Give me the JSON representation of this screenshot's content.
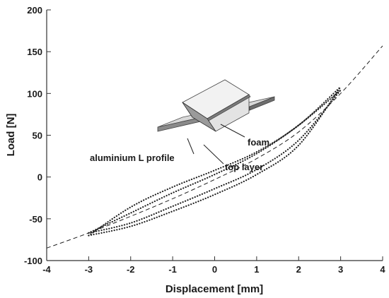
{
  "chart_data": {
    "type": "line",
    "xlabel": "Displacement [mm]",
    "ylabel": "Load [N]",
    "xlim": [
      -4,
      4
    ],
    "ylim": [
      -100,
      200
    ],
    "xticks": [
      "-4",
      "-3",
      "-2",
      "-1",
      "0",
      "1",
      "2",
      "3",
      "4"
    ],
    "yticks": [
      "-100",
      "-50",
      "0",
      "50",
      "100",
      "150",
      "200"
    ],
    "grid": false,
    "series": [
      {
        "style": "dashed",
        "x": [
          -4,
          -3,
          -2,
          -1,
          0,
          1,
          2,
          3,
          4
        ],
        "y": [
          -85,
          -67,
          -47,
          -26,
          -3,
          22,
          54,
          100,
          157
        ]
      },
      {
        "style": "dotted",
        "x": [
          -3,
          -2,
          -1,
          0,
          1,
          2,
          3
        ],
        "y": [
          -70,
          -36,
          -12,
          8,
          30,
          62,
          108
        ]
      },
      {
        "style": "dotted",
        "x": [
          -3,
          -2,
          -1,
          0,
          1,
          2,
          3
        ],
        "y": [
          -70,
          -59,
          -41,
          -21,
          3,
          38,
          108
        ]
      },
      {
        "style": "dotted",
        "x": [
          -3,
          -2,
          -1,
          0,
          1,
          2,
          3
        ],
        "y": [
          -67,
          -43,
          -19,
          3,
          28,
          62,
          104
        ]
      },
      {
        "style": "dotted",
        "x": [
          -3,
          -2,
          -1,
          0,
          1,
          2,
          3
        ],
        "y": [
          -67,
          -55,
          -35,
          -14,
          9,
          44,
          104
        ]
      }
    ],
    "annotations": [
      "foam",
      "top layer",
      "aluminium L profile"
    ]
  }
}
